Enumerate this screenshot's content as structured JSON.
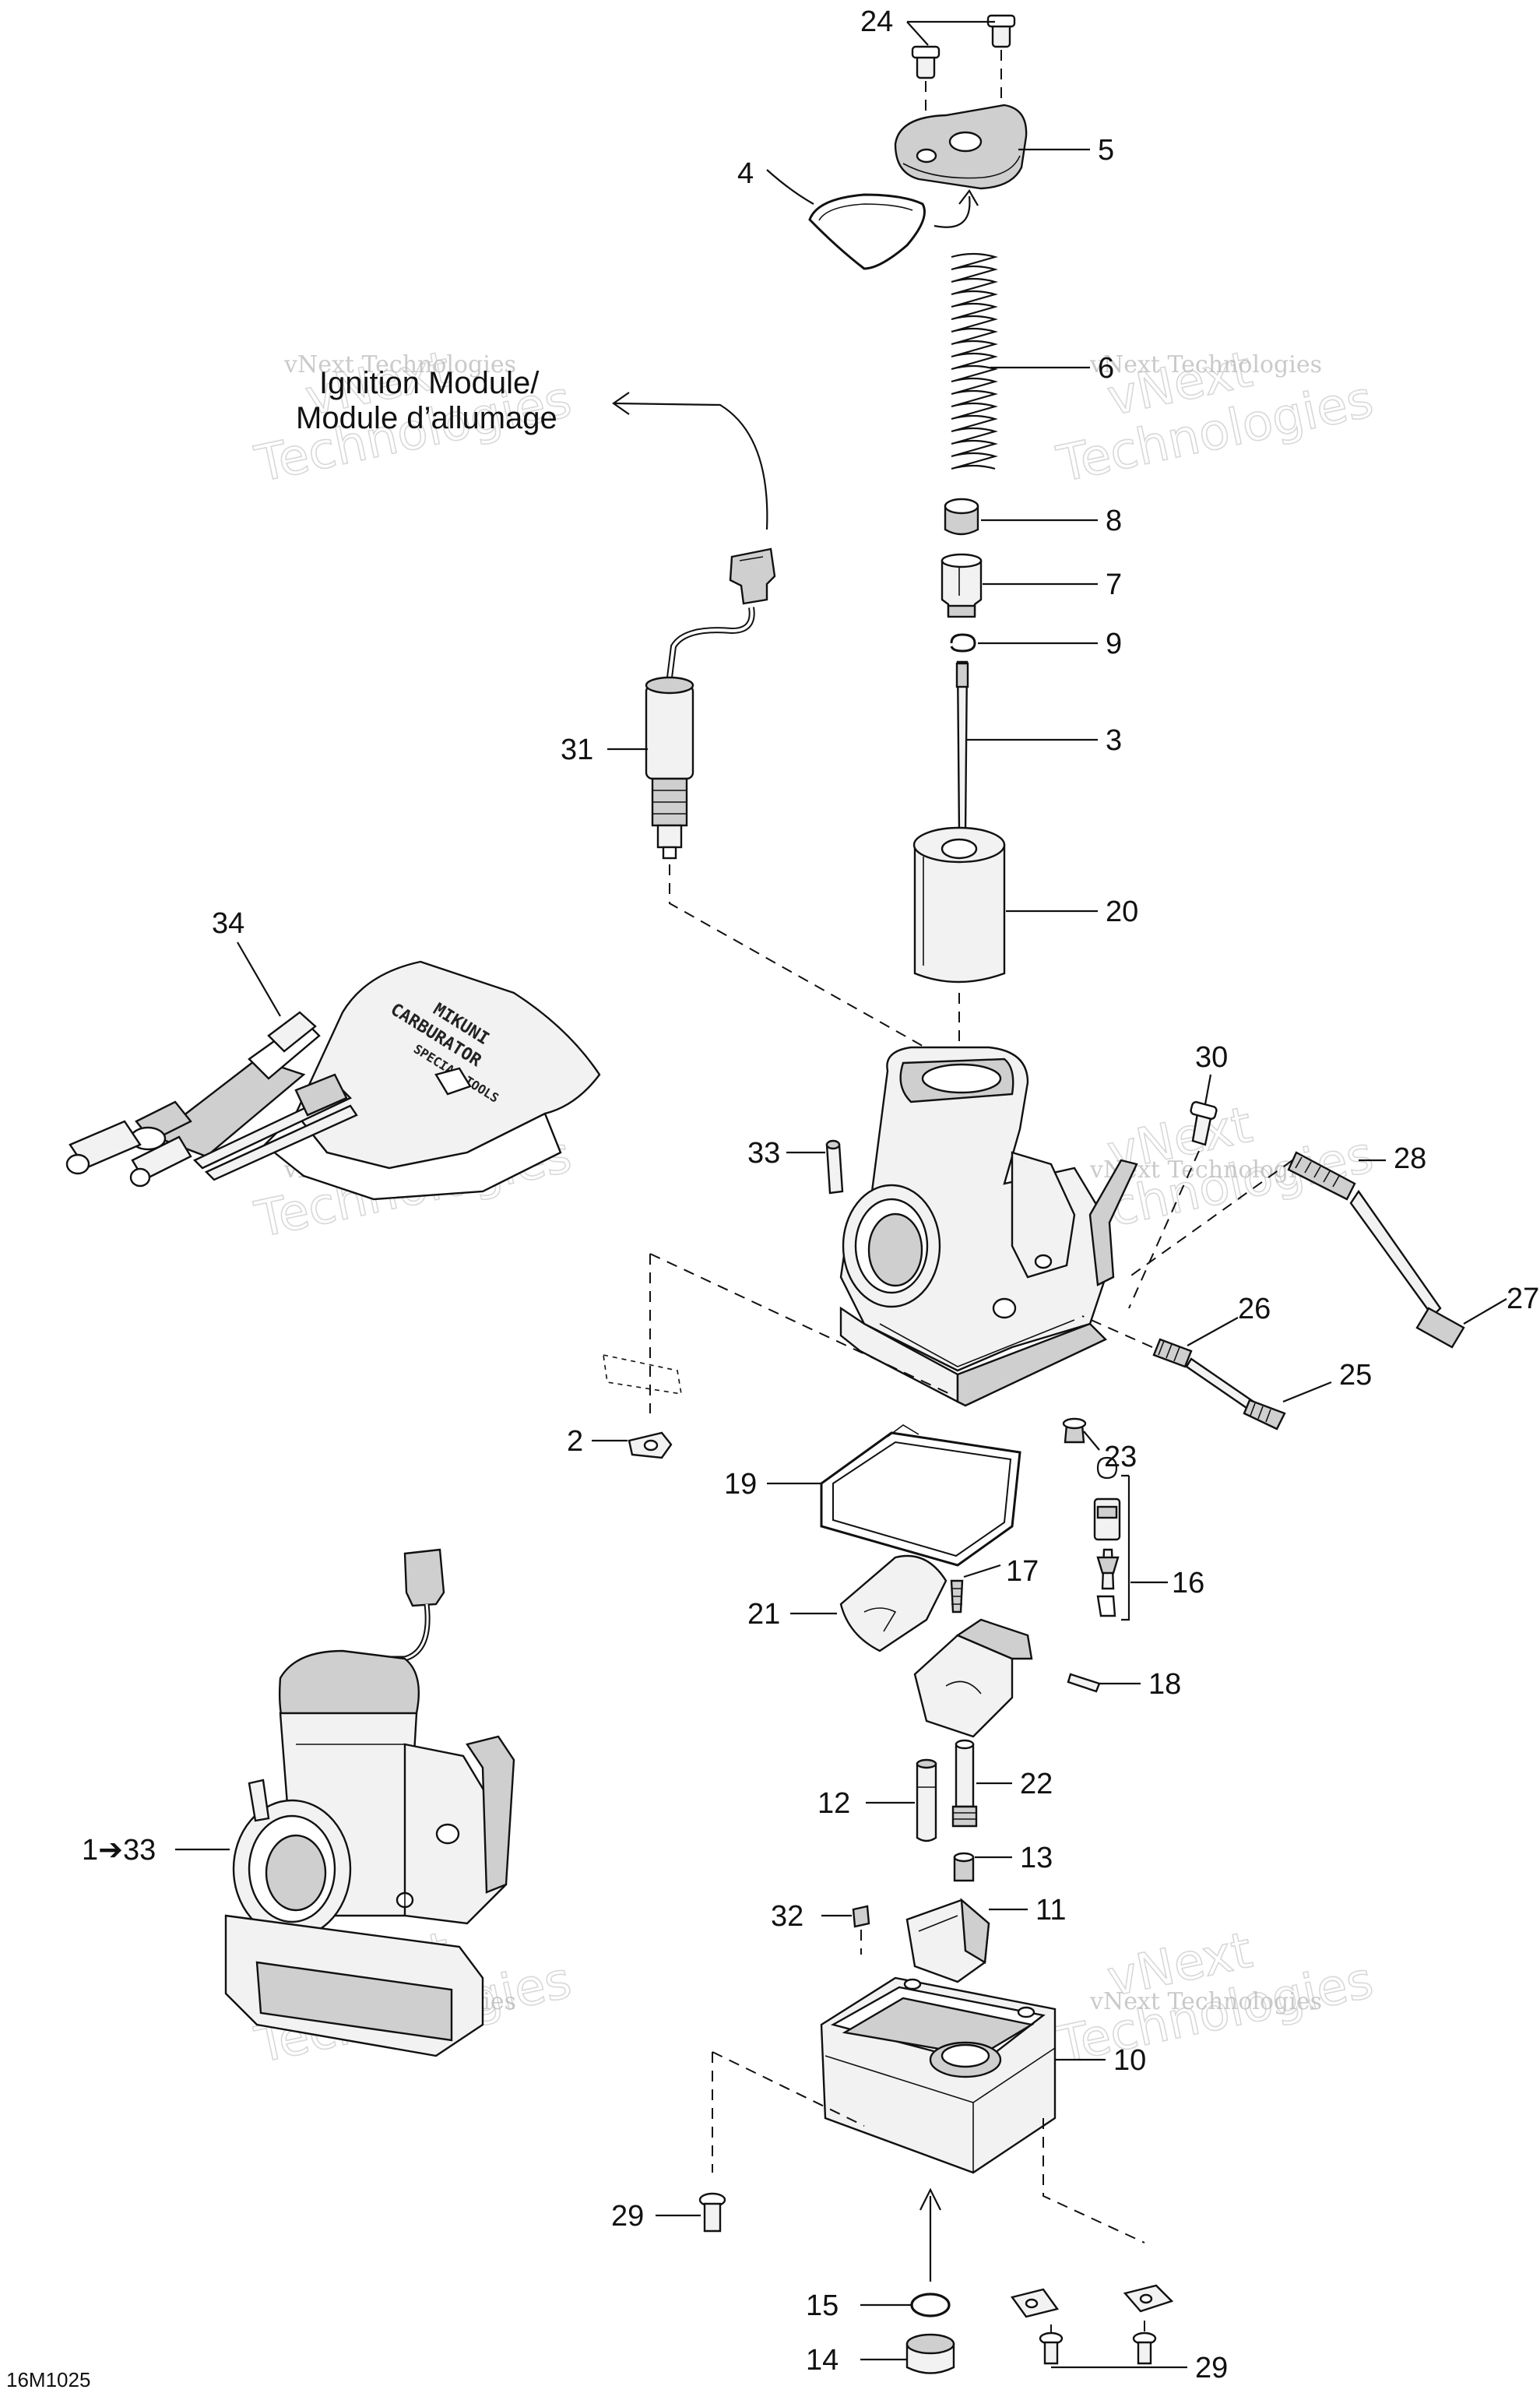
{
  "diagram": {
    "drawing_code": "16M1025",
    "ignition_label_line1": "Ignition Module/",
    "ignition_label_line2": "Module d’allumage",
    "tool_kit_text": [
      "MIKUNI",
      "CARBURATOR",
      "SPECIAL TOOLS"
    ],
    "watermark_small": "vNext Technologies",
    "watermark_big_line1": "vNext",
    "watermark_big_line2": "Technologies",
    "callouts": {
      "c24": "24",
      "c5": "5",
      "c4": "4",
      "c6": "6",
      "c8": "8",
      "c7": "7",
      "c9": "9",
      "c3": "3",
      "c31": "31",
      "c20": "20",
      "c34": "34",
      "c30": "30",
      "c33": "33",
      "c28": "28",
      "c27": "27",
      "c26": "26",
      "c25": "25",
      "c2": "2",
      "c23": "23",
      "c19": "19",
      "c16": "16",
      "c17": "17",
      "c21": "21",
      "c18": "18",
      "c22": "22",
      "c12": "12",
      "c13": "13",
      "c11": "11",
      "c32": "32",
      "c10": "10",
      "c29a": "29",
      "c15": "15",
      "c14": "14",
      "c29b": "29",
      "assembly": "1➔33"
    }
  }
}
